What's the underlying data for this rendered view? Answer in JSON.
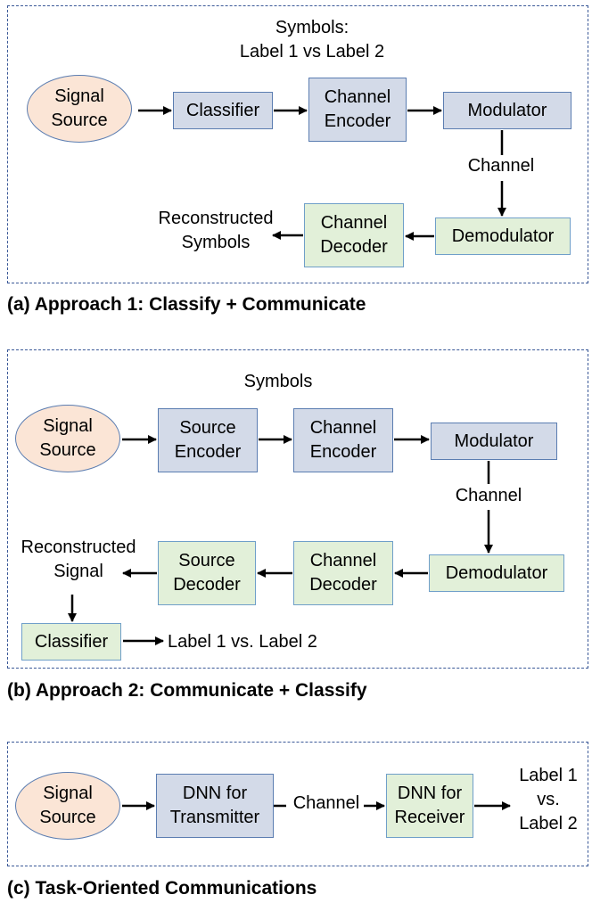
{
  "panel_a": {
    "caption": "(a) Approach 1: Classify + Communicate",
    "symbols_label": "Symbols:\nLabel 1 vs Label 2",
    "signal_source": "Signal\nSource",
    "classifier": "Classifier",
    "channel_encoder": "Channel\nEncoder",
    "modulator": "Modulator",
    "channel": "Channel",
    "demodulator": "Demodulator",
    "channel_decoder": "Channel\nDecoder",
    "output": "Reconstructed\nSymbols"
  },
  "panel_b": {
    "caption": "(b) Approach 2: Communicate + Classify",
    "symbols_label": "Symbols",
    "signal_source": "Signal\nSource",
    "source_encoder": "Source\nEncoder",
    "channel_encoder": "Channel\nEncoder",
    "modulator": "Modulator",
    "channel": "Channel",
    "demodulator": "Demodulator",
    "channel_decoder": "Channel\nDecoder",
    "source_decoder": "Source\nDecoder",
    "reconstructed": "Reconstructed\nSignal",
    "classifier": "Classifier",
    "output": "Label 1 vs. Label 2"
  },
  "panel_c": {
    "caption": "(c) Task-Oriented Communications",
    "signal_source": "Signal\nSource",
    "transmitter": "DNN for\nTransmitter",
    "channel": "Channel",
    "receiver": "DNN for\nReceiver",
    "output": "Label 1\nvs.\nLabel 2"
  },
  "colors": {
    "border": "#3b5998",
    "block_blue": "#d3dae8",
    "block_green": "#e2f0d9",
    "source_fill": "#fbe5d6"
  }
}
